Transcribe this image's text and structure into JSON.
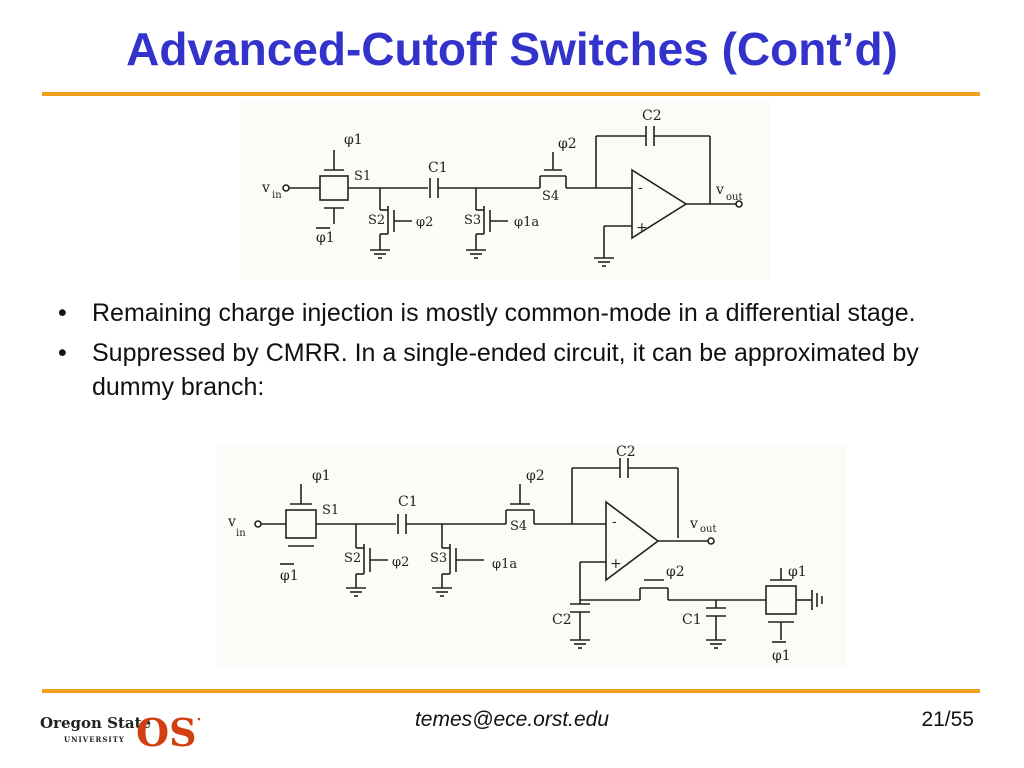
{
  "slide": {
    "title": "Advanced-Cutoff Switches (Cont’d)",
    "bullets": [
      "Remaining charge injection is mostly common-mode in a differential stage.",
      "Suppressed by CMRR. In a single-ended circuit, it can be approximated by dummy branch:"
    ],
    "bullet_glyph": "•",
    "footer_email": "temes@ece.orst.edu",
    "page": "21/55",
    "colors": {
      "title": "#3333cc",
      "rule": "#f0a020",
      "logo": "#d04010"
    }
  },
  "logo": {
    "name": "Oregon State",
    "sub": "UNIVERSITY",
    "mark": "OSU"
  },
  "circuit1": {
    "labels": {
      "phi1": "φ1",
      "s1": "S1",
      "vin": "v",
      "vin_sub": "in",
      "phi1bar": "φ1",
      "c1": "C1",
      "c2": "C2",
      "phi2_top": "φ2",
      "s4": "S4",
      "s2": "S2",
      "phi2": "φ2",
      "s3": "S3",
      "phi1a": "φ1a",
      "vout": "v",
      "vout_sub": "out",
      "minus": "-",
      "plus": "+"
    }
  },
  "circuit2": {
    "labels": {
      "phi1": "φ1",
      "s1": "S1",
      "vin": "v",
      "vin_sub": "in",
      "phi1bar": "φ1",
      "c1": "C1",
      "c2": "C2",
      "phi2_top": "φ2",
      "s4": "S4",
      "s2": "S2",
      "phi2": "φ2",
      "s3": "S3",
      "phi1a": "φ1a",
      "vout": "v",
      "vout_sub": "out",
      "minus": "-",
      "plus": "+",
      "phi2_dummy": "φ2",
      "c2_dummy": "C2",
      "c1_dummy": "C1",
      "phi1_dummy": "φ1",
      "phi1bar_dummy": "φ1"
    }
  }
}
